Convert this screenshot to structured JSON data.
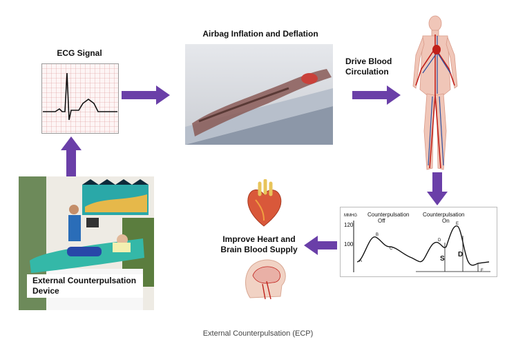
{
  "labels": {
    "ecg_signal": "ECG Signal",
    "airbag": "Airbag Inflation and Deflation",
    "drive_blood": "Drive Blood\nCirculation",
    "improve": "Improve Heart and\nBrain Blood Supply",
    "device": "External Counterpulsation\nDevice"
  },
  "waveform": {
    "unit": "MMHG",
    "y_ticks": [
      "120",
      "100"
    ],
    "off_label": "Counterpulsation\nOff",
    "on_label": "Counterpulsation\nOn",
    "points": [
      "A",
      "B",
      "C",
      "D",
      "E",
      "F"
    ],
    "markers": [
      "S",
      "D"
    ]
  },
  "caption": "External Counterpulsation (ECP)",
  "colors": {
    "arrow": "#6a3fa8"
  }
}
